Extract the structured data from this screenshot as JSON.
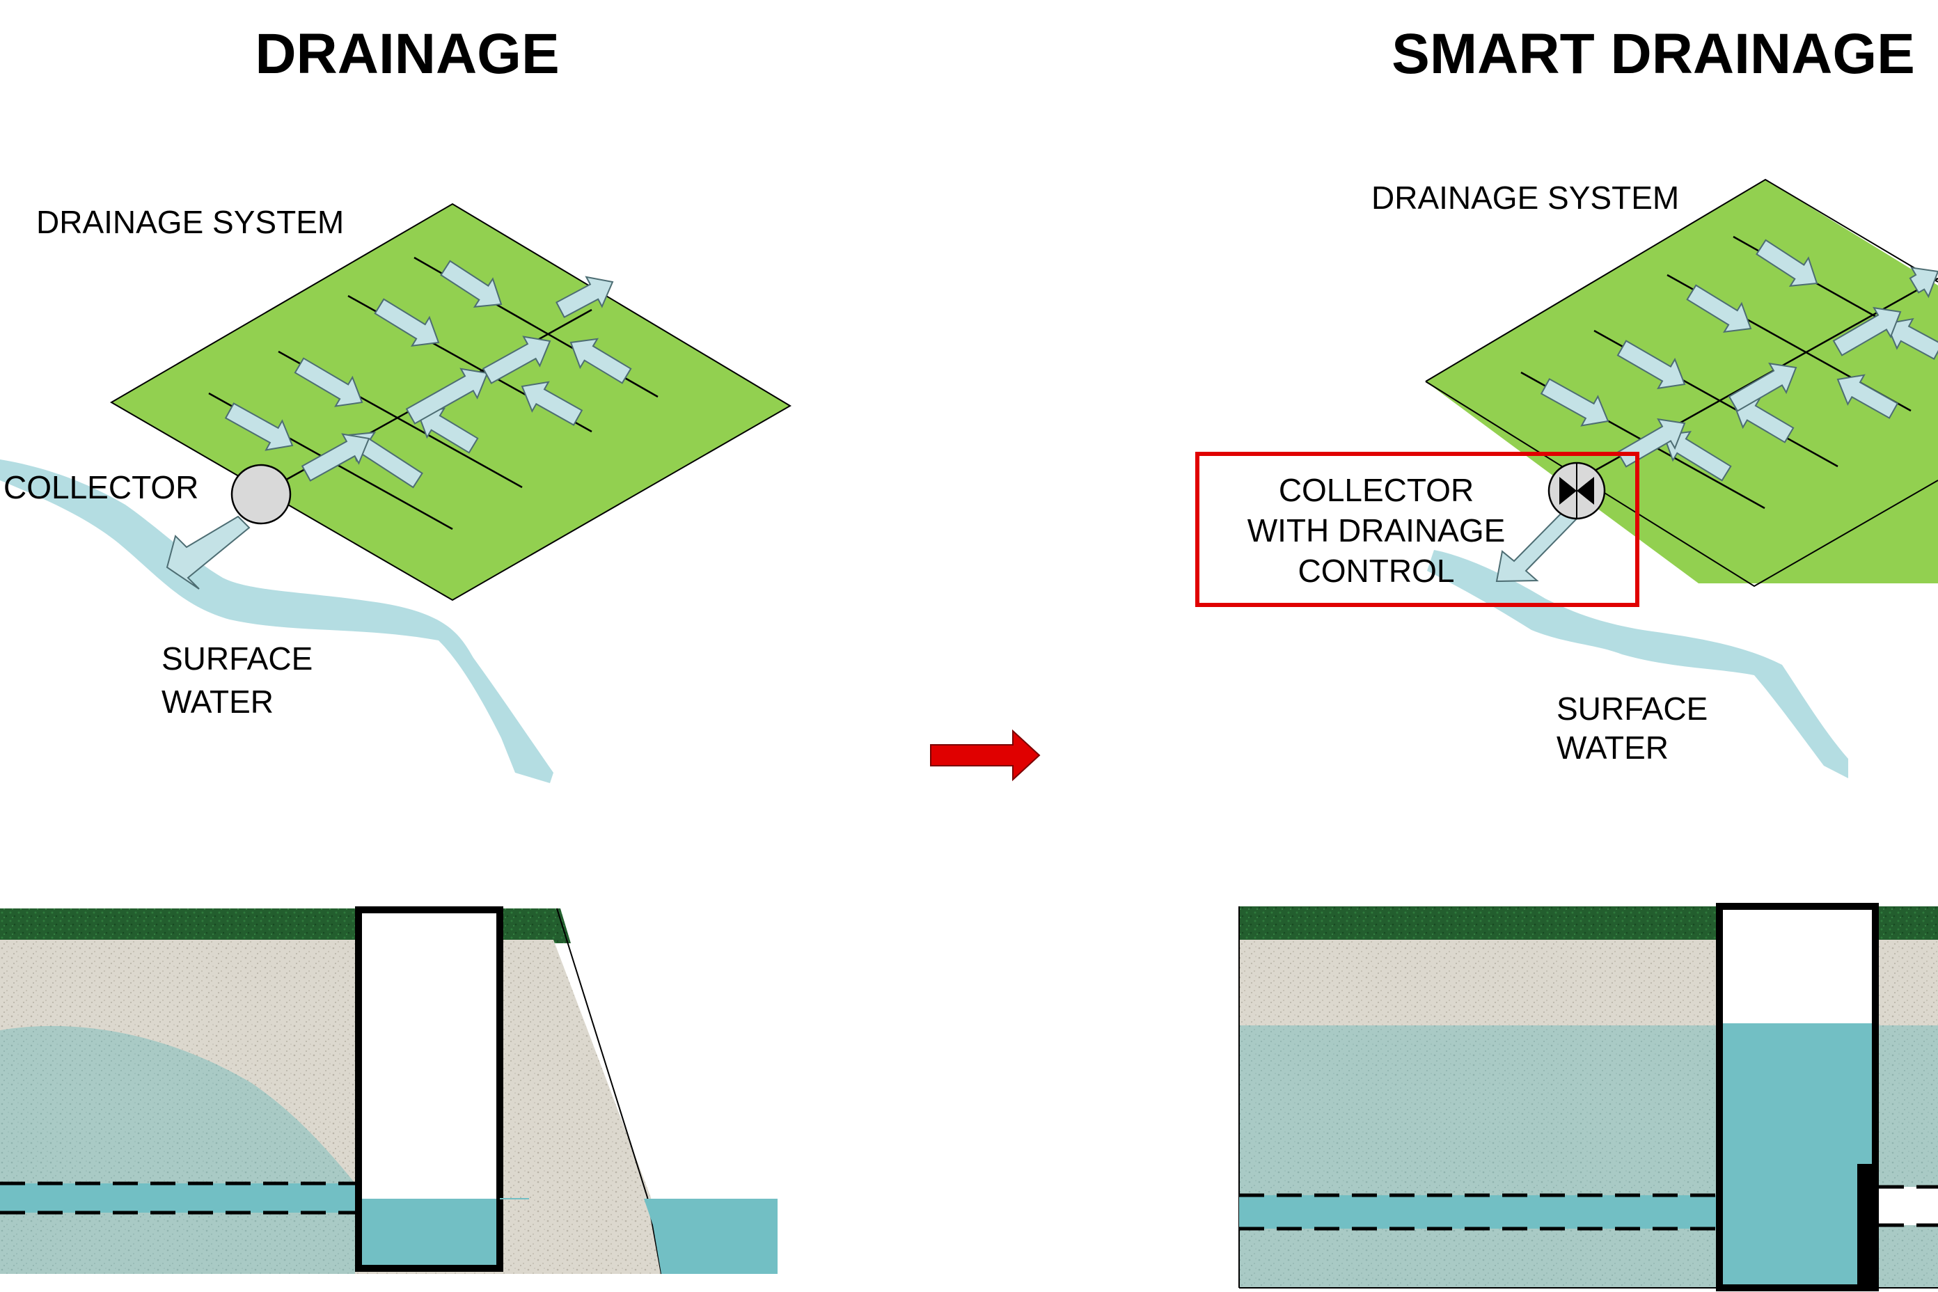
{
  "left": {
    "title": "DRAINAGE",
    "system_label": "DRAINAGE SYSTEM",
    "collector_label": "COLLECTOR",
    "surface_water_line1": "SURFACE",
    "surface_water_line2": "WATER"
  },
  "right": {
    "title": "SMART DRAINAGE",
    "system_label": "DRAINAGE SYSTEM",
    "collector_line1": "COLLECTOR",
    "collector_line2": "WITH DRAINAGE",
    "collector_line3": "CONTROL",
    "surface_water_line1": "SURFACE",
    "surface_water_line2": "WATER"
  },
  "colors": {
    "field": "#92d050",
    "arrow_fill": "#c4e2e6",
    "river": "#b4dde2",
    "soil": "#d9d6cc",
    "groundwater": "#a8c9c4",
    "pipe_water": "#72bfc4",
    "grass": "#1f5a2a",
    "highlight": "#e00000",
    "transition_arrow": "#e00000"
  }
}
